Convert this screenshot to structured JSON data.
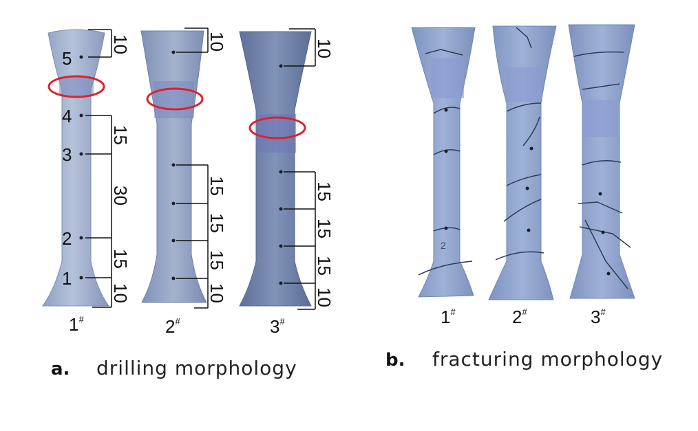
{
  "panel_a": {
    "caption_letter": "a.",
    "caption_text": "drilling morphology",
    "specimens": [
      {
        "label": "1",
        "point_labels": [
          "5",
          "4",
          "3",
          "2",
          "1"
        ],
        "dimensions": [
          "10",
          "15",
          "30",
          "15",
          "10"
        ]
      },
      {
        "label": "2",
        "dimensions": [
          "10",
          "15",
          "15",
          "15",
          "10"
        ]
      },
      {
        "label": "3",
        "dimensions": [
          "10",
          "15",
          "15",
          "15",
          "10"
        ]
      }
    ],
    "label_superscript": "#",
    "highlight_color": "#d9232e"
  },
  "panel_b": {
    "caption_letter": "b.",
    "caption_text": "fracturing morphology",
    "specimens": [
      {
        "label": "1",
        "sample_mark": "2"
      },
      {
        "label": "2"
      },
      {
        "label": "3"
      }
    ],
    "label_superscript": "#"
  },
  "colors": {
    "specimen_light": "#a9b6cf",
    "specimen_mid": "#8a9bbc",
    "specimen_dark": "#6d7fa3",
    "tape": "#7b86c0",
    "crack": "#2d3b5a"
  }
}
